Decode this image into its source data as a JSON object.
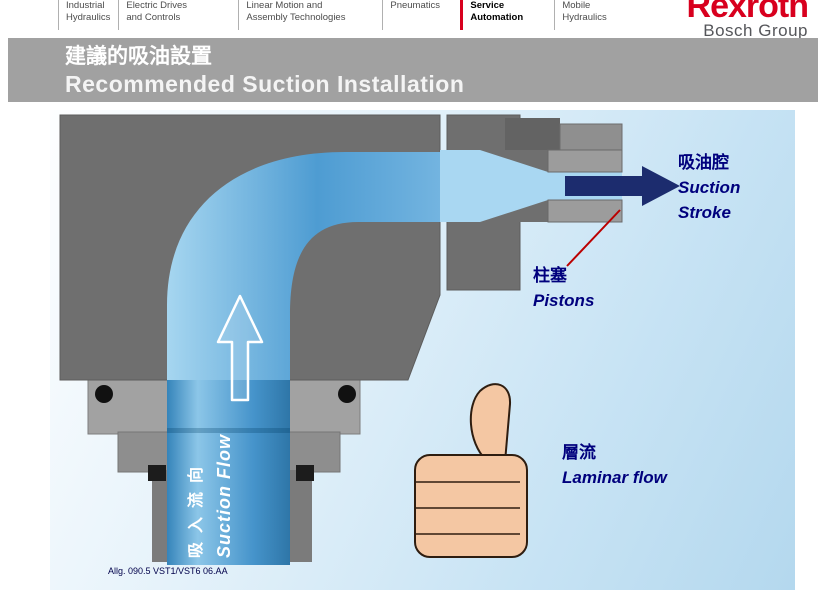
{
  "brand": {
    "name": "Rexroth",
    "group": "Bosch Group"
  },
  "nav": {
    "items": [
      {
        "line1": "Industrial",
        "line2": "Hydraulics"
      },
      {
        "line1": "Electric Drives",
        "line2": "and Controls"
      },
      {
        "line1": "Linear Motion and",
        "line2": "Assembly Technologies"
      },
      {
        "line1": "Pneumatics",
        "line2": ""
      },
      {
        "line1": "Service",
        "line2": "Automation"
      },
      {
        "line1": "Mobile",
        "line2": "Hydraulics"
      }
    ]
  },
  "title": {
    "zh": "建議的吸油設置",
    "en": "Recommended Suction Installation"
  },
  "diagram": {
    "labels": {
      "suction_stroke": {
        "zh": "吸油腔",
        "en1": "Suction",
        "en2": "Stroke"
      },
      "pistons": {
        "zh": "柱塞",
        "en": "Pistons"
      },
      "laminar": {
        "zh": "層流",
        "en": "Laminar flow"
      },
      "flow": {
        "zh": "吸入流向",
        "en": "Suction Flow"
      }
    },
    "footer": "Allg. 090.5 VST1/VST6 06.AA"
  },
  "colors": {
    "brand_red": "#d8001e",
    "label_navy": "#00007d",
    "flow_blue": "#4e9cd2",
    "light_pipe_blue": "#a9d7f2",
    "housing_gray": "#6f6f6f",
    "pointer_red": "#bb0000",
    "arrow_navy": "#1c2c6e",
    "hand_skin": "#f4c7a3"
  }
}
